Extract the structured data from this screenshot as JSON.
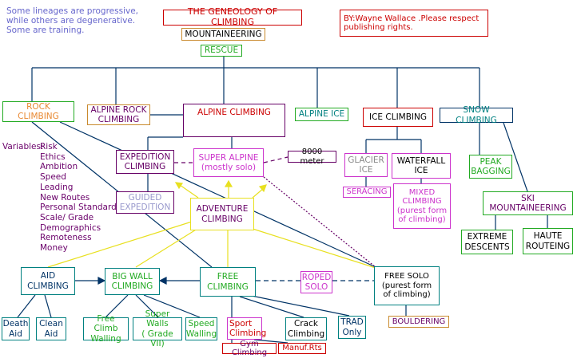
{
  "title": "THE GENEOLOGY OF CLIMBING",
  "note_left": "Some lineages are progressive,\nwhile others are degenerative.\nSome are training.",
  "note_right": "BY:Wayne Wallace .Please respect\npublishing rights.",
  "variables": {
    "label": "Variables:",
    "items": [
      "Risk",
      "Ethics",
      "Ambition",
      "Speed",
      "Leading",
      "New Routes",
      "Personal Standards",
      "Scale/ Grade",
      "Demographics",
      "Remoteness",
      "Money"
    ]
  },
  "nodes": {
    "mountaineering": "MOUNTAINEERING",
    "rescue": "RESCUE",
    "rock": "ROCK CLIMBING",
    "alpine_rock": "ALPINE ROCK\nCLIMBING",
    "alpine": "ALPINE CLIMBING",
    "alpine_ice": "ALPINE ICE",
    "ice": "ICE CLIMBING",
    "snow": "SNOW CLIMBING",
    "expedition": "EXPEDITION\nCLIMBING",
    "super_alpine": "SUPER ALPINE\n(mostly solo)",
    "m8000": "8000 meter",
    "guided": "GUIDED\nEXPEDITION",
    "adventure": "ADVENTURE\nCLIMBING",
    "glacier": "GLACIER\nICE",
    "waterfall": "WATERFALL\nICE",
    "seracing": "SERACING",
    "mixed": "MIXED\nCLIMBING\n(purest form\nof climbing)",
    "peak": "PEAK\nBAGGING",
    "ski": "SKI\nMOUNTAINEERING",
    "extreme": "EXTREME\nDESCENTS",
    "haute": "HAUTE\nROUTEING",
    "aid": "AID\nCLIMBING",
    "bigwall": "BIG WALL\nCLIMBING",
    "free": "FREE\nCLIMBING",
    "roped_solo": "ROPED\nSOLO",
    "free_solo": "FREE SOLO\n(purest form\nof climbing)",
    "death_aid": "Death\nAid",
    "clean_aid": "Clean\nAid",
    "free_climb_walling": "Free Climb\nWalling",
    "super_walls": "Super Walls\n( Grade VII)",
    "speed_walling": "Speed\nWalling",
    "sport": "Sport\nClimbing",
    "crack": "Crack\nClimbing",
    "trad": "TRAD\nOnly",
    "bouldering": "BOULDERING",
    "gym": "Gym Climbing",
    "manuf": "Manuf.Rts"
  },
  "colors": {
    "title": "#cc0000",
    "note_left": "#6666cc",
    "brown": "#c98a2e",
    "orange": "#e88830",
    "purple": "#660066",
    "magenta": "#cc33cc",
    "green": "#22aa22",
    "teal": "#008080",
    "blue": "#004080",
    "line_main": "#003366",
    "line_yellow": "#e8e020",
    "red": "#cc0000"
  }
}
